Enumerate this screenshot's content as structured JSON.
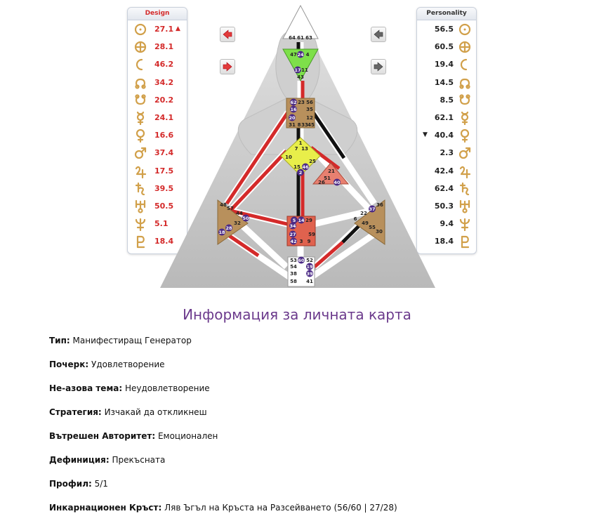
{
  "design_panel": {
    "header": "Design",
    "rows": [
      {
        "planet": "sun-icon",
        "value": "27.1",
        "mark": "▲"
      },
      {
        "planet": "earth-icon",
        "value": "28.1",
        "mark": ""
      },
      {
        "planet": "moon-icon",
        "value": "46.2",
        "mark": ""
      },
      {
        "planet": "north-node-icon",
        "value": "34.2",
        "mark": ""
      },
      {
        "planet": "south-node-icon",
        "value": "20.2",
        "mark": ""
      },
      {
        "planet": "mercury-icon",
        "value": "24.1",
        "mark": ""
      },
      {
        "planet": "venus-icon",
        "value": "16.6",
        "mark": ""
      },
      {
        "planet": "mars-icon",
        "value": "37.4",
        "mark": ""
      },
      {
        "planet": "jupiter-icon",
        "value": "17.5",
        "mark": ""
      },
      {
        "planet": "saturn-icon",
        "value": "39.5",
        "mark": ""
      },
      {
        "planet": "uranus-icon",
        "value": "50.5",
        "mark": ""
      },
      {
        "planet": "neptune-icon",
        "value": "5.1",
        "mark": ""
      },
      {
        "planet": "pluto-icon",
        "value": "18.4",
        "mark": ""
      }
    ]
  },
  "personality_panel": {
    "header": "Personality",
    "rows": [
      {
        "planet": "sun-icon",
        "value": "56.5",
        "mark": ""
      },
      {
        "planet": "earth-icon",
        "value": "60.5",
        "mark": ""
      },
      {
        "planet": "moon-icon",
        "value": "19.4",
        "mark": ""
      },
      {
        "planet": "north-node-icon",
        "value": "14.5",
        "mark": ""
      },
      {
        "planet": "south-node-icon",
        "value": "8.5",
        "mark": ""
      },
      {
        "planet": "mercury-icon",
        "value": "62.1",
        "mark": ""
      },
      {
        "planet": "venus-icon",
        "value": "40.4",
        "mark": "▼"
      },
      {
        "planet": "mars-icon",
        "value": "2.3",
        "mark": ""
      },
      {
        "planet": "jupiter-icon",
        "value": "42.4",
        "mark": ""
      },
      {
        "planet": "saturn-icon",
        "value": "62.4",
        "mark": ""
      },
      {
        "planet": "uranus-icon",
        "value": "50.3",
        "mark": ""
      },
      {
        "planet": "neptune-icon",
        "value": "9.4",
        "mark": ""
      },
      {
        "planet": "pluto-icon",
        "value": "18.4",
        "mark": ""
      }
    ]
  },
  "colors": {
    "design": "#d42a2a",
    "personality": "#222222",
    "title": "#6b3a8c",
    "accent_gold": "#d1a04a"
  },
  "chart": {
    "head_gates": [
      "64",
      "61",
      "63"
    ],
    "ajna_gates": [
      "47",
      "24",
      "4",
      "17",
      "11",
      "43"
    ],
    "throat_gates": [
      "62",
      "23",
      "56",
      "16",
      "35",
      "20",
      "12",
      "31",
      "8",
      "33",
      "45"
    ],
    "g_gates": [
      "1",
      "7",
      "13",
      "10",
      "25",
      "15",
      "46",
      "2"
    ],
    "ego_gates": [
      "21",
      "51",
      "26",
      "40"
    ],
    "spleen_gates": [
      "48",
      "57",
      "44",
      "50",
      "32",
      "28",
      "18"
    ],
    "sacral_gates": [
      "5",
      "14",
      "29",
      "34",
      "27",
      "59",
      "42",
      "3",
      "9"
    ],
    "solar_gates": [
      "36",
      "37",
      "22",
      "6",
      "49",
      "55",
      "30"
    ],
    "root_gates": [
      "53",
      "60",
      "52",
      "54",
      "19",
      "38",
      "39",
      "58",
      "41"
    ]
  },
  "info": {
    "title": "Информация за личната карта",
    "items": [
      {
        "label": "Тип:",
        "value": "Манифестиращ Генератор"
      },
      {
        "label": "Почерк:",
        "value": "Удовлетворение"
      },
      {
        "label": "Не-азова тема:",
        "value": "Неудовлетворение"
      },
      {
        "label": "Стратегия:",
        "value": "Изчакай да откликнеш"
      },
      {
        "label": "Вътрешен Авторитет:",
        "value": "Емоционален"
      },
      {
        "label": "Дефиниция:",
        "value": "Прекъсната"
      },
      {
        "label": "Профил:",
        "value": "5/1"
      },
      {
        "label": "Инкарнационен Кръст:",
        "value": "Ляв Ъгъл на Кръста на Разсейването (56/60 | 27/28)"
      }
    ]
  }
}
